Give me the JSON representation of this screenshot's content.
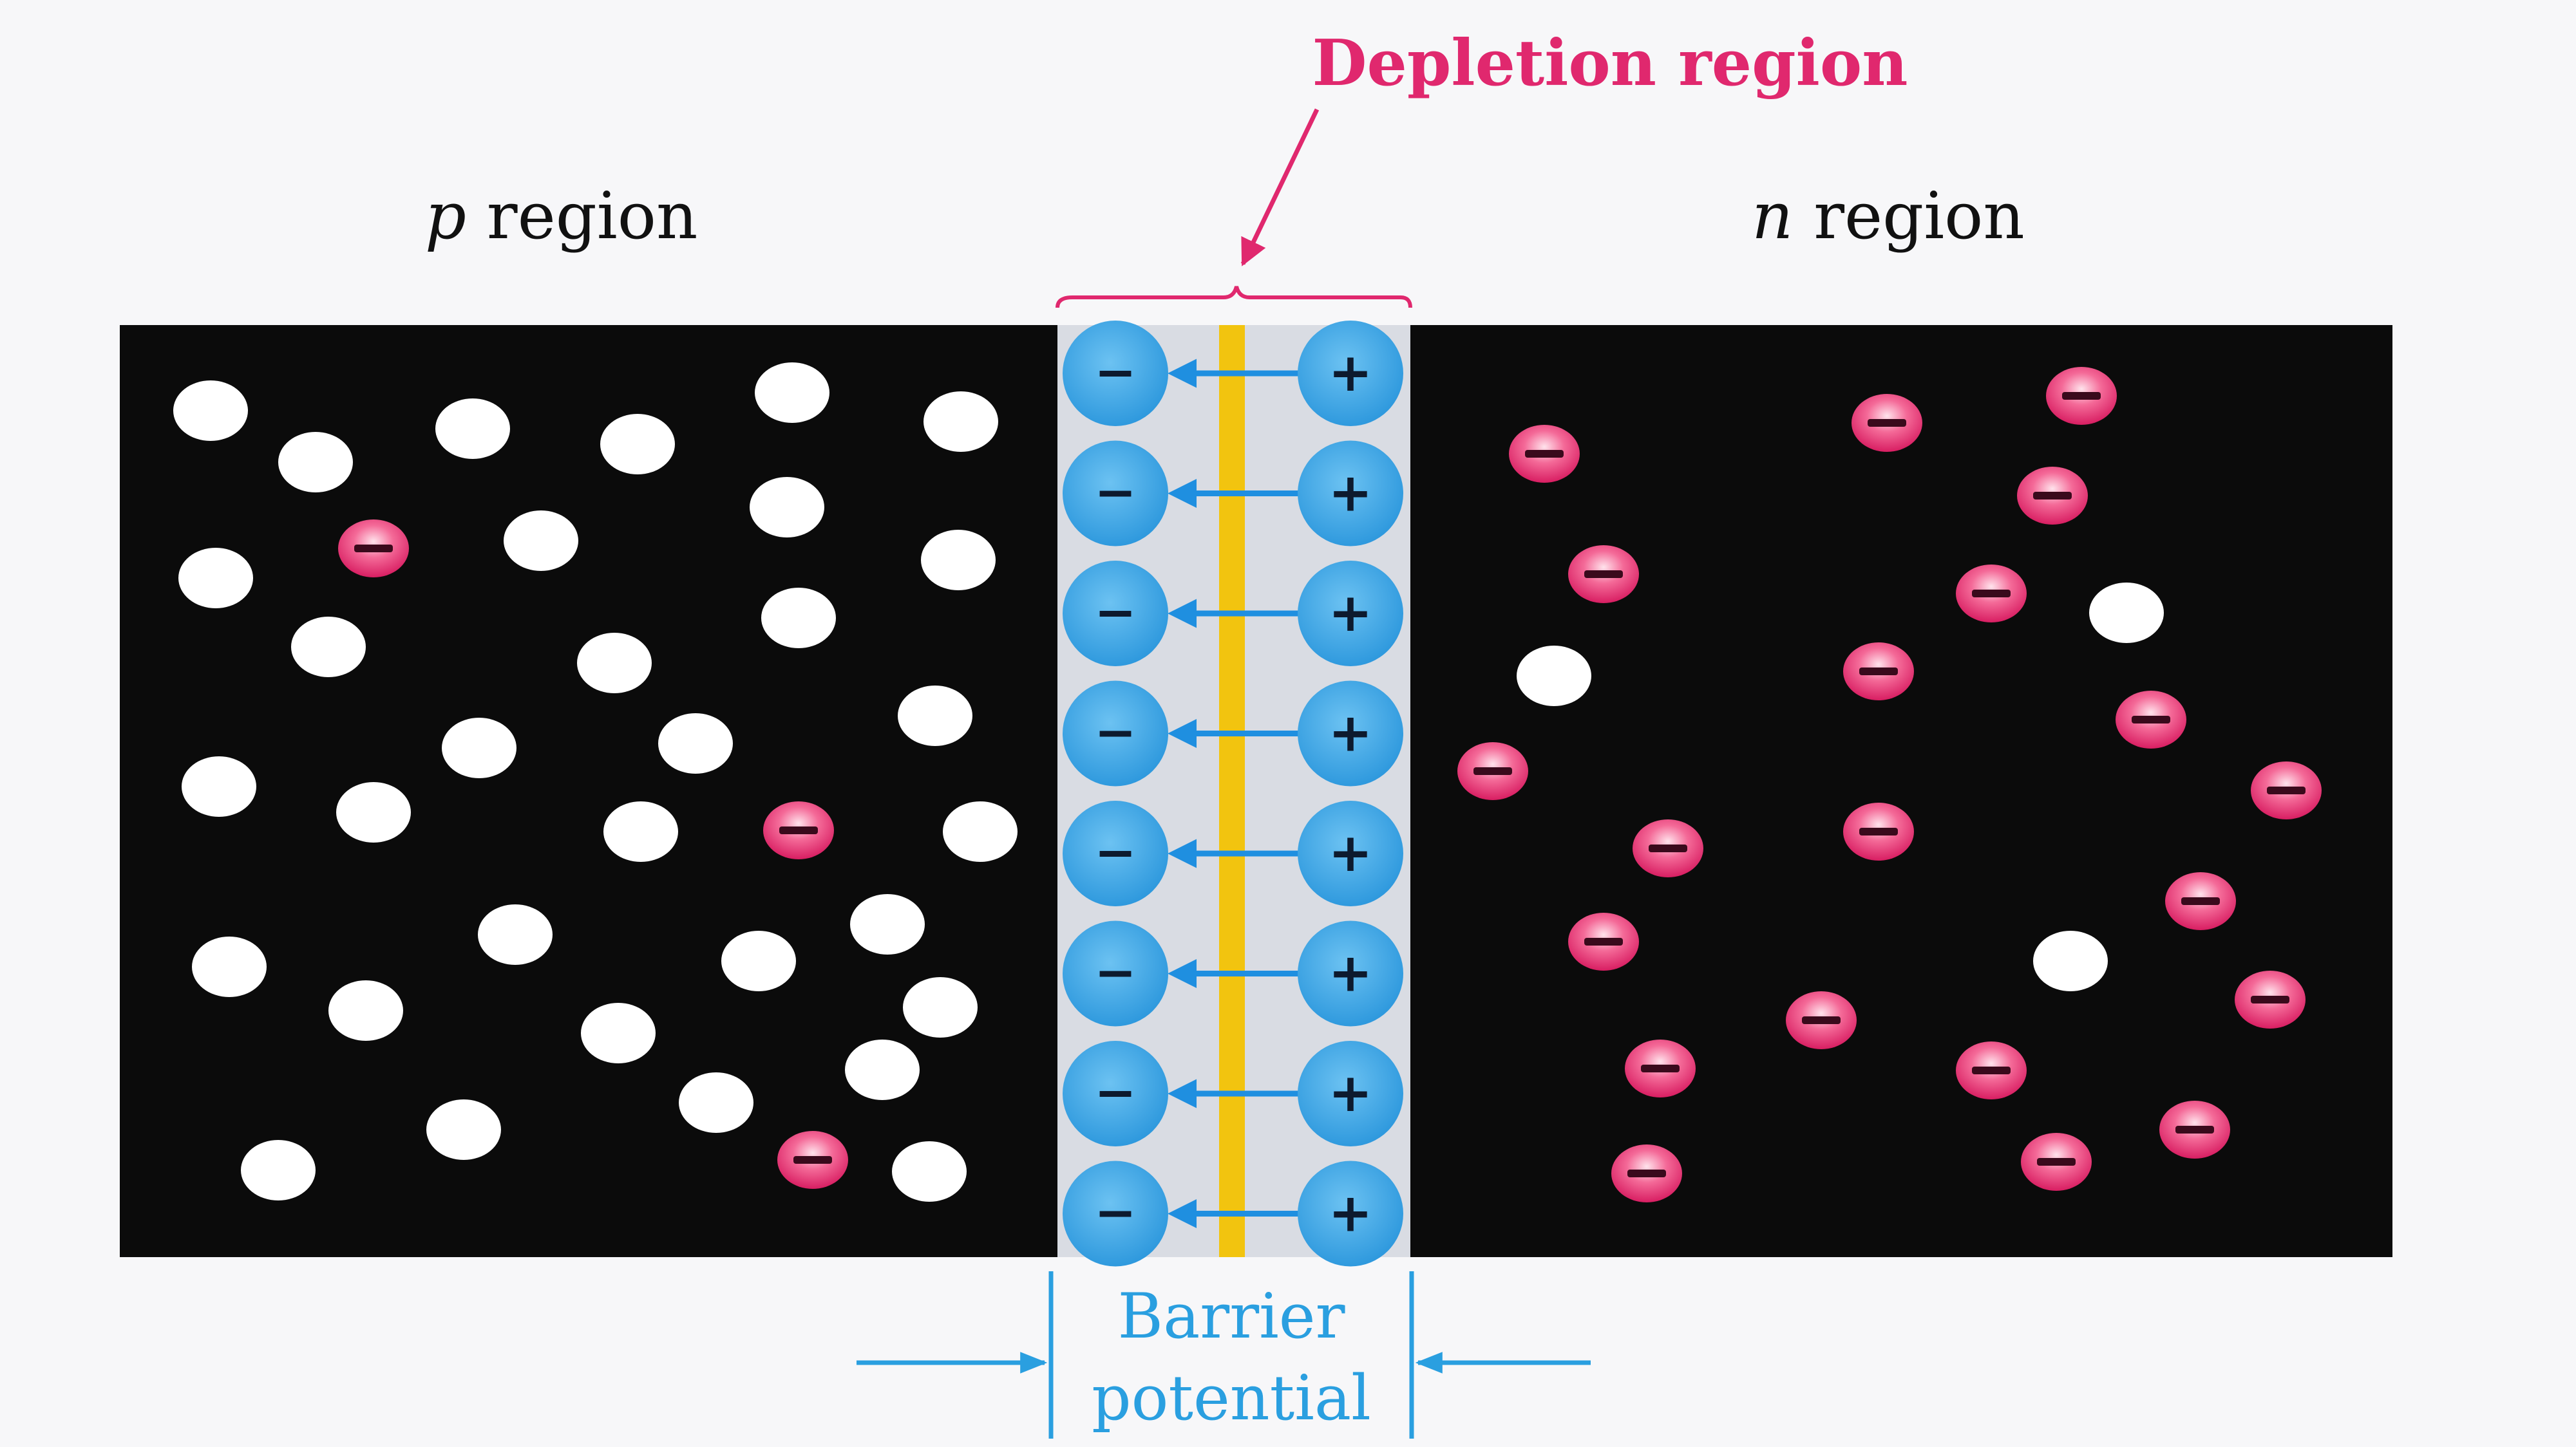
{
  "colors": {
    "background": "#f7f7f9",
    "crystal": "#0b0b0b",
    "depletion_fill": "#d9dce3",
    "junction_line": "#f2c40f",
    "ion": "#35a4e6",
    "ion_sign": "#0d1a2e",
    "field_arrow": "#1f8fe0",
    "hole": "#ffffff",
    "electron": "#e8457e",
    "depletion_label": "#e0286e",
    "barrier_label": "#2a9fe0"
  },
  "labels": {
    "p_letter": "p",
    "p_word": " region",
    "n_letter": "n",
    "n_word": " region",
    "depletion_region": "Depletion region",
    "barrier_line1": "Barrier",
    "barrier_line2": "potential"
  },
  "depletion": {
    "ion_pair_count": 8,
    "negative_ion_sign": "−",
    "positive_ion_sign": "+"
  },
  "carriers": {
    "hole_icon": "hole-circle",
    "electron_icon": "electron-minus",
    "electron_sign": "−"
  }
}
